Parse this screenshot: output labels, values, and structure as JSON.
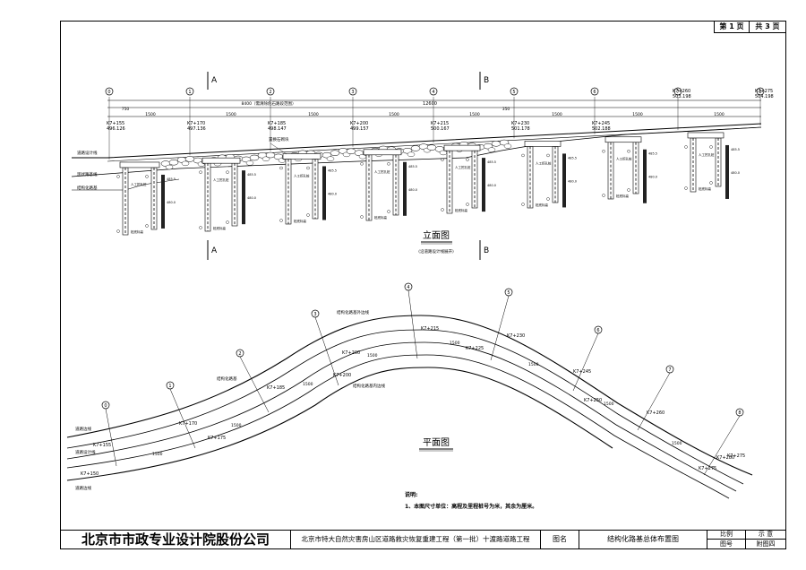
{
  "page": {
    "current": "第 1 页",
    "total": "共 3 页"
  },
  "elevation": {
    "title": "立面图",
    "subtitle": "(沿道路设计线展开)",
    "section_a": "A",
    "section_b": "B",
    "total_dim": "12600",
    "rock_dim": "8400（需清除危石路段范围）",
    "axes": [
      "0",
      "1",
      "2",
      "3",
      "4",
      "5",
      "6",
      "7",
      "8"
    ],
    "stations": [
      {
        "k": "K7+155",
        "h": "496.126"
      },
      {
        "k": "K7+170",
        "h": "497.136"
      },
      {
        "k": "K7+185",
        "h": "498.147"
      },
      {
        "k": "K7+200",
        "h": "499.157"
      },
      {
        "k": "K7+215",
        "h": "500.167"
      },
      {
        "k": "K7+230",
        "h": "501.178"
      },
      {
        "k": "K7+245",
        "h": "502.188"
      },
      {
        "k": "K7+260",
        "h": "503.198"
      },
      {
        "k": "K7+275",
        "h": "504.198"
      }
    ],
    "spans": [
      "750",
      "1500",
      "1500",
      "1500",
      "1500",
      "1500",
      "1500",
      "1500",
      "1500",
      "350"
    ],
    "labels": {
      "road_line": "道路设计线",
      "ground_line": "现状路基线",
      "rock_line": "结构化路基",
      "rock_fill": "置换石砌块"
    },
    "pile_texts": [
      "人工挖孔桩",
      "桩底标高",
      "485.5",
      "480.0",
      "475.5"
    ]
  },
  "plan": {
    "title": "平面图",
    "labels": {
      "road_edge": "道路边线",
      "design": "道路设计线",
      "struct_outer": "结构化路基外边线",
      "struct": "结构化路基",
      "struct_inner": "结构化路基内边线"
    },
    "stations": [
      "K7+150",
      "K7+155",
      "K7+170",
      "K7+175",
      "K7+185",
      "K7+200",
      "K7+200",
      "K7+215",
      "K7+225",
      "K7+230",
      "K7+245",
      "K7+250",
      "K7+260",
      "K7+275",
      "K7+280",
      "K7+275"
    ],
    "dims": [
      "1500",
      "1500",
      "1500",
      "1500",
      "1500",
      "1500",
      "1500",
      "1500"
    ]
  },
  "notes": {
    "heading": "说明:",
    "items": [
      "1、本图尺寸单位：高程及里程桩号为米，其余为厘米。"
    ]
  },
  "title_block": {
    "company": "北京市市政专业设计院股份公司",
    "project": "北京市特大自然灾害房山区道路救灾恢复重建工程（第一批）十渡路道路工程",
    "name_label": "图名",
    "drawing_name": "结构化路基总体布置图",
    "scale_label": "比例",
    "scale_value": "示 意",
    "no_label": "图号",
    "no_value": "附图四"
  }
}
